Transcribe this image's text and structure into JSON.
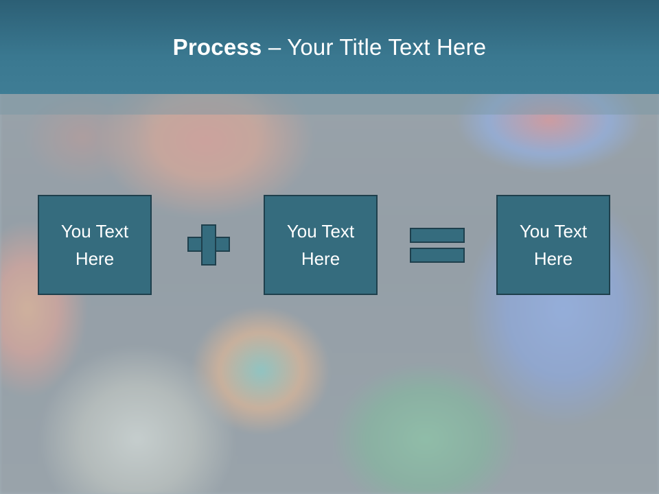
{
  "slide": {
    "title_bold": "Process",
    "title_rest": " – Your Title Text Here",
    "boxes": [
      {
        "text": "You Text Here"
      },
      {
        "text": "You Text Here"
      },
      {
        "text": "You Text Here"
      }
    ],
    "operators": [
      "plus-icon",
      "equals-icon"
    ],
    "colors": {
      "title_bar": "#3a7890",
      "box_fill": "#356c7e",
      "box_border": "#1e3f4c",
      "text": "#ffffff"
    }
  }
}
